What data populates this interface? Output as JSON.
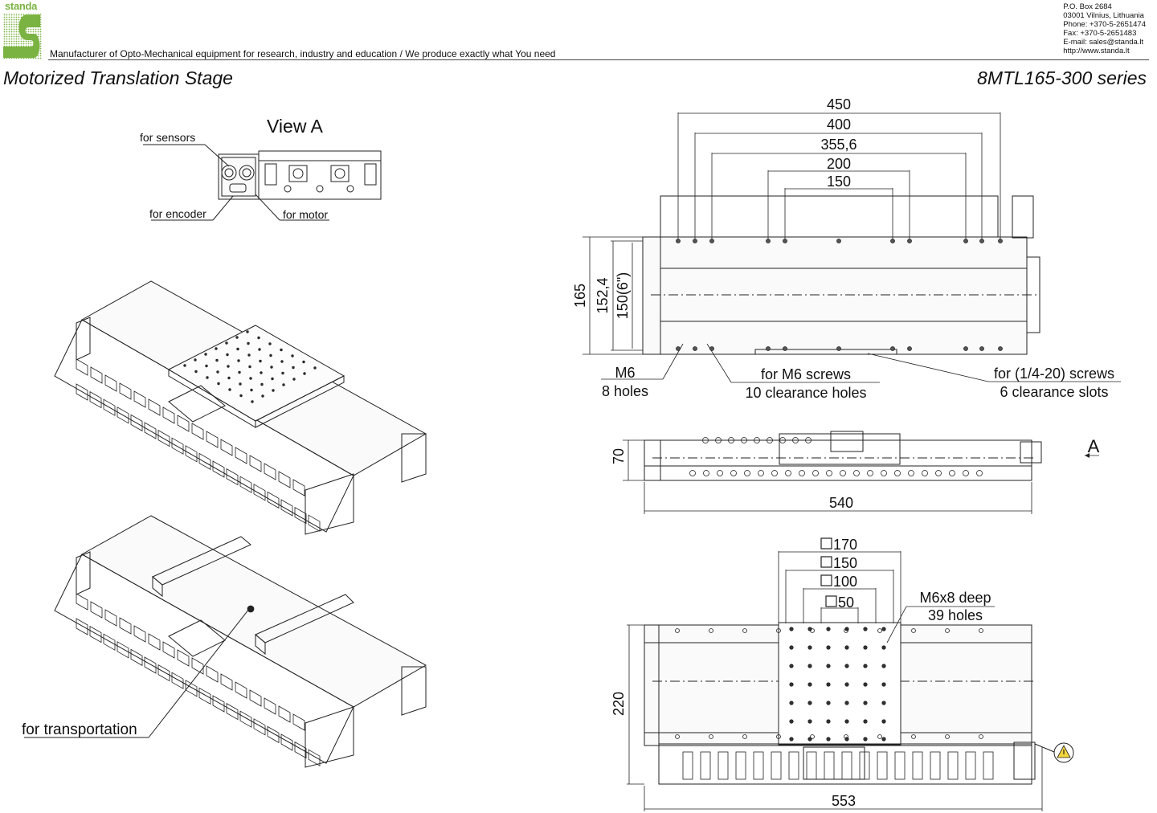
{
  "header": {
    "brand": "standa",
    "tagline": "Manufacturer of Opto-Mechanical equipment for research, industry and education / We produce exactly what You need",
    "contact": [
      "P.O. Box 2684",
      "03001 Vilnius, Lithuania",
      "Phone: +370-5-2651474",
      "Fax: +370-5-2651483",
      "E-mail: sales@standa.lt",
      "http://www.standa.lt"
    ]
  },
  "title": {
    "left": "Motorized Translation Stage",
    "right": "8MTL165-300 series"
  },
  "view_a": {
    "title": "View A",
    "sensors": "for sensors",
    "encoder": "for encoder",
    "motor": "for motor"
  },
  "iso": {
    "transport": "for transportation"
  },
  "top_view": {
    "dims_h": [
      "450",
      "400",
      "355,6",
      "200",
      "150"
    ],
    "dims_v": [
      "165",
      "152,4",
      "150(6\")"
    ],
    "m6": "M6",
    "m6_holes": "8 holes",
    "m6_screws": "for M6 screws",
    "clearance_holes": "10 clearance holes",
    "quarter_screws": "for (1/4-20) screws",
    "slots": "6 clearance slots"
  },
  "side_view": {
    "height": "70",
    "length": "540",
    "arrow_label": "A"
  },
  "bottom_view": {
    "squares": [
      "170",
      "150",
      "100",
      "50"
    ],
    "thread": "M6x8 deep",
    "thread_holes": "39 holes",
    "height": "220",
    "length": "553"
  },
  "colors": {
    "brand_green": "#7bb342",
    "line": "#222222",
    "warning_yellow": "#f2d53c"
  }
}
